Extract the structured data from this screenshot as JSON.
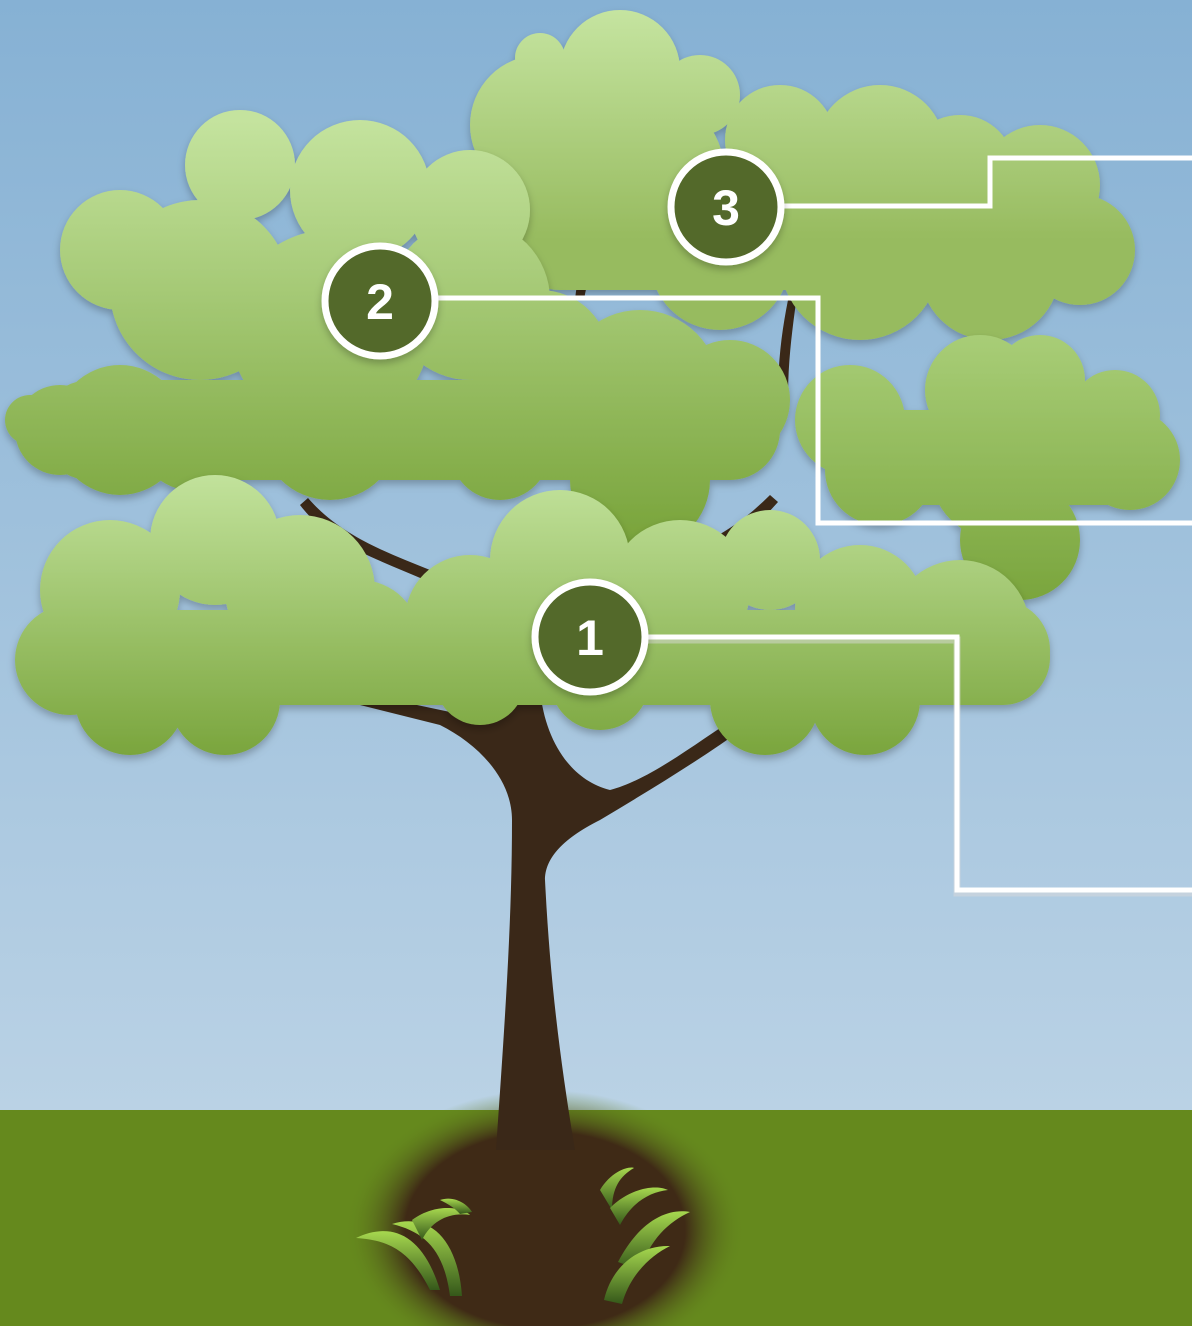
{
  "colors": {
    "sky_top": "#86b1d4",
    "sky_bottom": "#bad2e5",
    "ground": "#65891d",
    "foliage_light": "#c5e4a0",
    "foliage_dark": "#7aa53d",
    "trunk": "#3a2818",
    "marker_fill": "#52692a",
    "marker_ring": "#ffffff",
    "connector": "#ffffff",
    "sprout_light": "#a7d84f",
    "sprout_dark": "#35581a"
  },
  "markers": [
    {
      "id": "1",
      "label": "1"
    },
    {
      "id": "2",
      "label": "2"
    },
    {
      "id": "3",
      "label": "3"
    }
  ]
}
